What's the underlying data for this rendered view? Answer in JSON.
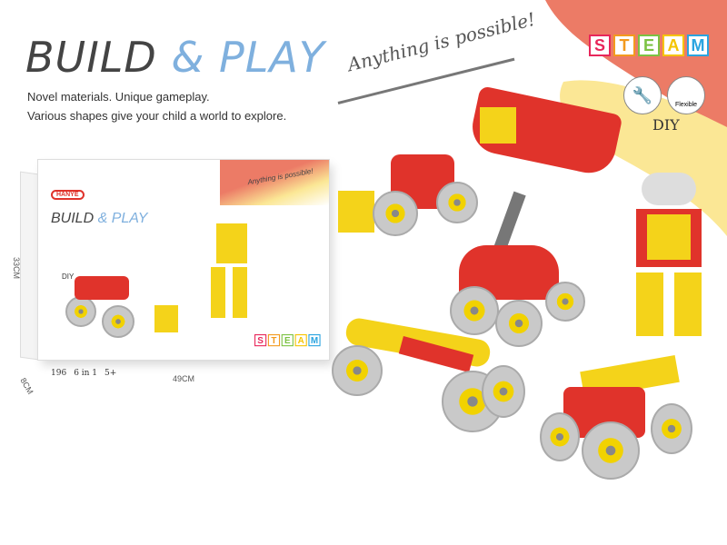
{
  "header": {
    "title_build": "BUILD",
    "title_amp": "&",
    "title_play": "PLAY",
    "subtitle_lines": [
      "Novel materials. Unique gameplay.",
      "Various shapes give your child a world to explore."
    ]
  },
  "slogan": "Anything is possible!",
  "steam": {
    "letters": [
      "S",
      "T",
      "E",
      "A",
      "M"
    ],
    "colors": [
      "#e8275b",
      "#f39a1e",
      "#7cc243",
      "#f5c400",
      "#2aa4e0"
    ]
  },
  "diy": {
    "label": "DIY",
    "flexible_label": "Flexible"
  },
  "box": {
    "brand": "HANYE",
    "title_build": "BUILD",
    "title_amp": "&",
    "title_play": "PLAY",
    "slogan": "Anything is possible!",
    "diy": "DIY",
    "stats": [
      "196",
      "6 in 1",
      "5+"
    ],
    "width_label": "49CM",
    "height_label": "33CM",
    "depth_label": "8CM"
  },
  "colors": {
    "accent_blue": "#7fb0de",
    "brush_red": "#ec7b66",
    "brush_yellow": "#fbe795",
    "toy_red": "#e0332b",
    "toy_yellow": "#f4d31a"
  }
}
